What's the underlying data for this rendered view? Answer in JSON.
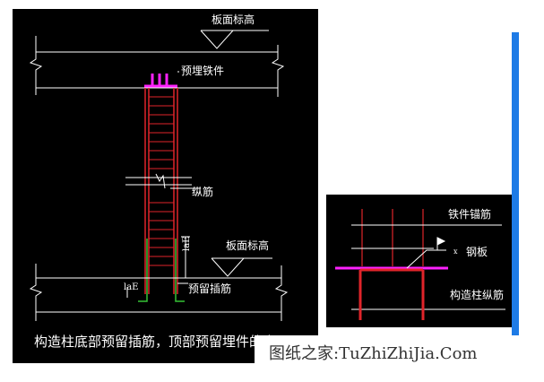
{
  "left_drawing": {
    "label_slab_top_elevation_1": "板面标高",
    "label_embedded_part": "预埋铁件",
    "label_longitudinal_bar": "纵筋",
    "label_slab_top_elevation_2": "板面标高",
    "label_reserved_dowel": "预留插筋",
    "label_lae_1": "laE",
    "label_lae_2": "laE",
    "caption": "构造柱底部预留插筋，顶部预留埋件的方"
  },
  "right_drawing": {
    "label_iron_anchor_bar": "铁件锚筋",
    "label_steel_plate": "钢板",
    "label_column_longitudinal_bar": "构造柱纵筋",
    "weld_symbol": "x"
  },
  "watermark": {
    "text": "图纸之家:TuZhiZhiJia.Com"
  },
  "colors": {
    "background_canvas": "#000000",
    "rebar_red": "#e0242a",
    "embed_magenta": "#ff22ff",
    "dowel_green": "#36c236",
    "line_white": "#ffffff",
    "accent_blue": "#1e7be6"
  }
}
